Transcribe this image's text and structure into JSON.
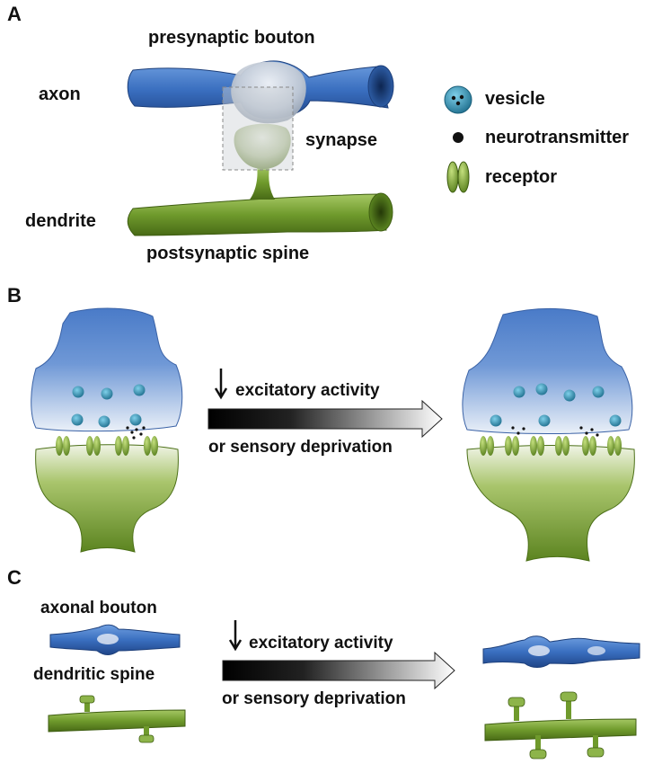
{
  "panels": {
    "a": "A",
    "b": "B",
    "c": "C"
  },
  "panel_a": {
    "presynaptic_bouton": "presynaptic bouton",
    "axon": "axon",
    "synapse": "synapse",
    "dendrite": "dendrite",
    "postsynaptic_spine": "postsynaptic spine"
  },
  "legend": {
    "vesicle": "vesicle",
    "neurotransmitter": "neurotransmitter",
    "receptor": "receptor"
  },
  "panel_b": {
    "arrow_line1": "excitatory activity",
    "arrow_line2": "or sensory deprivation"
  },
  "panel_c": {
    "axonal_bouton": "axonal bouton",
    "dendritic_spine": "dendritic spine",
    "arrow_line1": "excitatory activity",
    "arrow_line2": "or sensory deprivation"
  },
  "colors": {
    "axon_blue": "#3a6fc0",
    "dendrite_green": "#6f9a2c",
    "vesicle_teal": "#2f8fb0"
  }
}
